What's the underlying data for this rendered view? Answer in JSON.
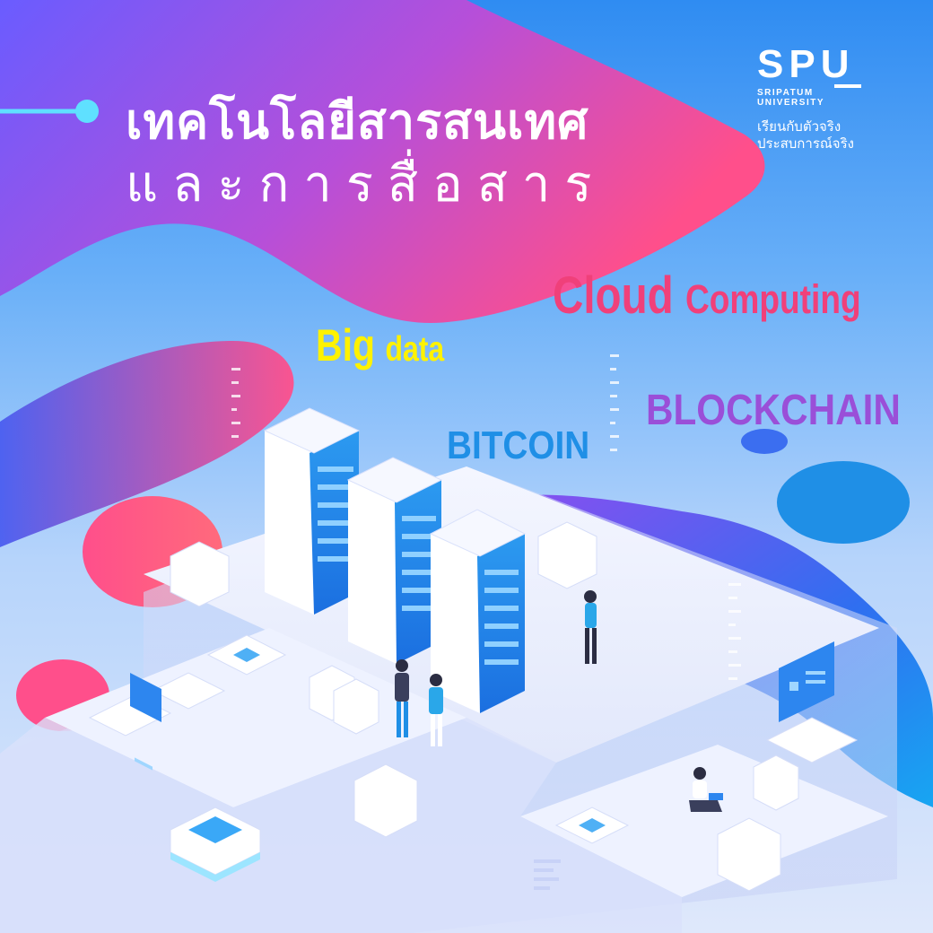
{
  "title": {
    "line1": "เทคโนโลยีสารสนเทศ",
    "line2": "และการสื่อสาร"
  },
  "logo": {
    "mark": "SPU",
    "sub_line1": "SRIPATUM",
    "sub_line2": "UNIVERSITY",
    "tagline1": "เรียนกับตัวจริง",
    "tagline2": "ประสบการณ์จริง"
  },
  "keywords": {
    "cloud_a": "Cloud",
    "cloud_b": "Computing",
    "big_a": "Big",
    "big_b": "data",
    "blockchain": "BLOCKCHAIN",
    "bitcoin": "BITCOIN"
  },
  "colors": {
    "cloud": "#f0407a",
    "bigdata": "#fff200",
    "blockchain": "#9a4fd8",
    "bitcoin": "#1f8fe6"
  }
}
